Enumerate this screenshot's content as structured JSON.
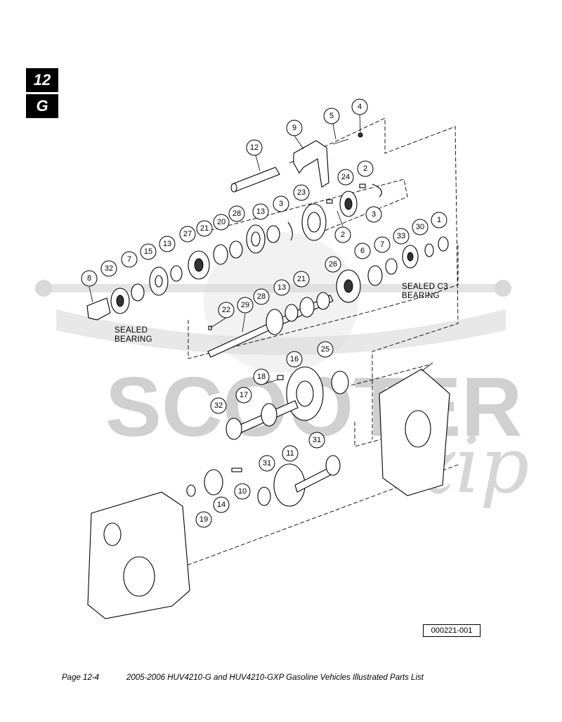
{
  "section_tabs": {
    "chapter": "12",
    "section": "G"
  },
  "callouts": [
    {
      "id": "c4",
      "label": "4"
    },
    {
      "id": "c5",
      "label": "5"
    },
    {
      "id": "c9",
      "label": "9"
    },
    {
      "id": "c12",
      "label": "12"
    },
    {
      "id": "c2a",
      "label": "2"
    },
    {
      "id": "c24",
      "label": "24"
    },
    {
      "id": "c23",
      "label": "23"
    },
    {
      "id": "c3a",
      "label": "3"
    },
    {
      "id": "c3b",
      "label": "3"
    },
    {
      "id": "c2b",
      "label": "2"
    },
    {
      "id": "c13a",
      "label": "13"
    },
    {
      "id": "c28a",
      "label": "28"
    },
    {
      "id": "c20",
      "label": "20"
    },
    {
      "id": "c21a",
      "label": "21"
    },
    {
      "id": "c27",
      "label": "27"
    },
    {
      "id": "c1",
      "label": "1"
    },
    {
      "id": "c30",
      "label": "30"
    },
    {
      "id": "c33",
      "label": "33"
    },
    {
      "id": "c7a",
      "label": "7"
    },
    {
      "id": "c6",
      "label": "6"
    },
    {
      "id": "c13b",
      "label": "13"
    },
    {
      "id": "c15",
      "label": "15"
    },
    {
      "id": "c7b",
      "label": "7"
    },
    {
      "id": "c32a",
      "label": "32"
    },
    {
      "id": "c8",
      "label": "8"
    },
    {
      "id": "c26",
      "label": "26"
    },
    {
      "id": "c21b",
      "label": "21"
    },
    {
      "id": "c13c",
      "label": "13"
    },
    {
      "id": "c28b",
      "label": "28"
    },
    {
      "id": "c29",
      "label": "29"
    },
    {
      "id": "c22",
      "label": "22"
    },
    {
      "id": "c25",
      "label": "25"
    },
    {
      "id": "c16",
      "label": "16"
    },
    {
      "id": "c18",
      "label": "18"
    },
    {
      "id": "c17",
      "label": "17"
    },
    {
      "id": "c32b",
      "label": "32"
    },
    {
      "id": "c31a",
      "label": "31"
    },
    {
      "id": "c11",
      "label": "11"
    },
    {
      "id": "c31b",
      "label": "31"
    },
    {
      "id": "c10",
      "label": "10"
    },
    {
      "id": "c14",
      "label": "14"
    },
    {
      "id": "c19",
      "label": "19"
    }
  ],
  "notes": {
    "sealed_c3_line1": "SEALED C3",
    "sealed_c3_line2": "BEARING",
    "sealed_line1": "SEALED",
    "sealed_line2": "BEARING"
  },
  "watermark": {
    "text": "SCOOTER",
    "script": "zip"
  },
  "figure_number": "000221-001",
  "footer": {
    "page": "Page 12-4",
    "title": "2005-2006 HUV4210-G and HUV4210-GXP Gasoline Vehicles Illustrated Parts List"
  }
}
